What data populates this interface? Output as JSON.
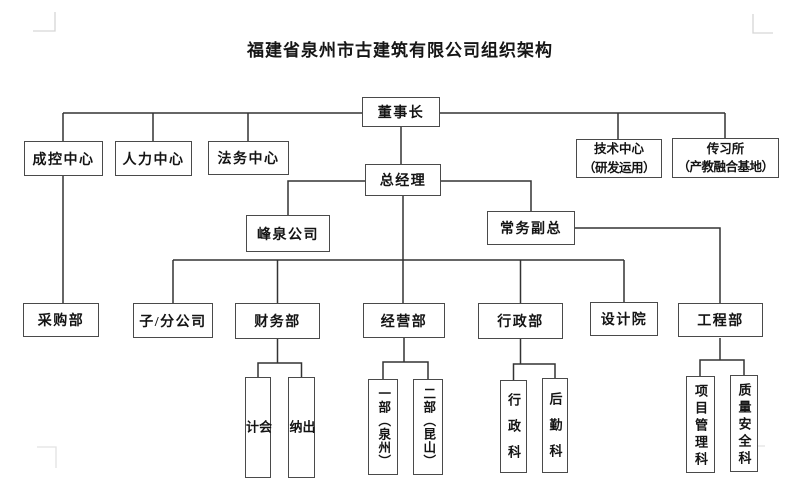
{
  "page": {
    "background": "#ffffff",
    "line_color": "#333333",
    "box_border_color": "#4a4a4a",
    "text_color": "#141414",
    "corner_mark_color": "#d6d6d6"
  },
  "diagram": {
    "title": "福建省泉州市古建筑有限公司组织架构",
    "nodes": {
      "chairman": {
        "label": "董事长"
      },
      "cost_control_center": {
        "label": "成控中心"
      },
      "hr_center": {
        "label": "人力中心"
      },
      "legal_center": {
        "label": "法务中心"
      },
      "tech_center": {
        "label_line1": "技术中心",
        "label_line2": "（研发运用）"
      },
      "heritage_institute": {
        "label_line1": "传习所",
        "label_line2": "（产教融合基地）"
      },
      "general_manager": {
        "label": "总经理"
      },
      "fengquan_company": {
        "label": "峰泉公司"
      },
      "executive_deputy_gm": {
        "label": "常务副总"
      },
      "purchasing_dept": {
        "label": "采购部"
      },
      "subsidiaries": {
        "label": "子/分公司"
      },
      "finance_dept": {
        "label": "财务部"
      },
      "business_dept": {
        "label": "经营部"
      },
      "admin_dept": {
        "label": "行政部"
      },
      "design_institute": {
        "label": "设计院"
      },
      "engineering_dept": {
        "label": "工程部"
      },
      "accounting": {
        "label": "会计"
      },
      "cashier": {
        "label": "出纳"
      },
      "dept1_quanzhou": {
        "label": "一部（泉州）"
      },
      "dept2_kunshan": {
        "label": "二部（昆山）"
      },
      "admin_section": {
        "label": "行政科"
      },
      "logistics_section": {
        "label": "后勤科"
      },
      "project_mgmt_section": {
        "label": "项目管理科"
      },
      "quality_safety_section": {
        "label": "质量安全科"
      }
    },
    "edges": [
      [
        "董事长",
        "成控中心"
      ],
      [
        "董事长",
        "人力中心"
      ],
      [
        "董事长",
        "法务中心"
      ],
      [
        "董事长",
        "技术中心（研发运用）"
      ],
      [
        "董事长",
        "传习所（产教融合基地）"
      ],
      [
        "董事长",
        "总经理"
      ],
      [
        "总经理",
        "峰泉公司"
      ],
      [
        "总经理",
        "常务副总"
      ],
      [
        "成控中心",
        "采购部"
      ],
      [
        "总经理",
        "子/分公司"
      ],
      [
        "总经理",
        "财务部"
      ],
      [
        "总经理",
        "经营部"
      ],
      [
        "总经理",
        "行政部"
      ],
      [
        "总经理",
        "设计院"
      ],
      [
        "常务副总",
        "工程部"
      ],
      [
        "财务部",
        "会计"
      ],
      [
        "财务部",
        "出纳"
      ],
      [
        "经营部",
        "一部（泉州）"
      ],
      [
        "经营部",
        "二部（昆山）"
      ],
      [
        "行政部",
        "行政科"
      ],
      [
        "行政部",
        "后勤科"
      ],
      [
        "工程部",
        "项目管理科"
      ],
      [
        "工程部",
        "质量安全科"
      ]
    ]
  }
}
